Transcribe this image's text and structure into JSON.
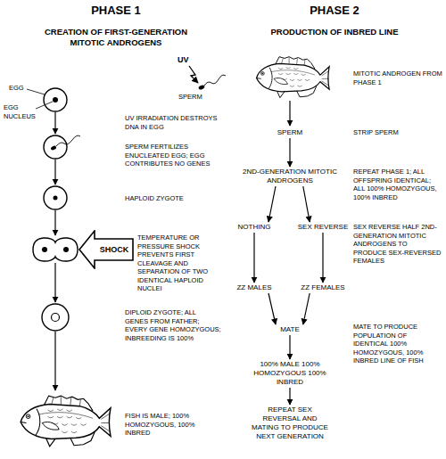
{
  "diagram": {
    "nodes": [
      {
        "text": [
          "SHOCK"
        ]
      },
      {
        "text": [
          "SPERM"
        ]
      },
      {
        "text": [
          "2ND-GENERATION MITOTIC ANDROGENS"
        ]
      },
      {
        "text": [
          "NOTHING"
        ]
      },
      {
        "text": [
          "SEX REVERSE"
        ]
      },
      {
        "text": [
          "ZZ MALES"
        ]
      },
      {
        "text": [
          "ZZ FEMALES"
        ]
      },
      {
        "text": [
          "MATE"
        ]
      },
      {
        "text": [
          "100% MALE 100% HOMOZYGOUS 100% INBRED"
        ]
      },
      {
        "text": [
          "REPEAT SEX REVERSAL AND MATING TO PRODUCE NEXT GENERATION"
        ]
      }
    ],
    "edges": [
      {
        "from": 1,
        "to": 2,
        "arrow": "to"
      },
      {
        "from": 2,
        "to": 3,
        "arrow": "to"
      },
      {
        "from": 2,
        "to": 4,
        "arrow": "to"
      },
      {
        "from": 3,
        "to": 5,
        "arrow": "to"
      },
      {
        "from": 4,
        "to": 6,
        "arrow": "to"
      },
      {
        "from": 5,
        "to": 7,
        "arrow": "to"
      },
      {
        "from": 6,
        "to": 7,
        "arrow": "to"
      },
      {
        "from": 7,
        "to": 8,
        "arrow": "to"
      },
      {
        "from": 8,
        "to": 9,
        "arrow": "to"
      }
    ],
    "labels": [
      "PHASE 1",
      "CREATION OF FIRST-GENERATION MITOTIC ANDROGENS",
      "PHASE 2",
      "PRODUCTION OF INBRED LINE",
      "UV",
      "EGG",
      "EGG NUCLEUS",
      "SPERM",
      "UV IRRADIATION DESTROYS DNA IN EGG",
      "SPERM FERTILIZES ENUCLEATED EGG; EGG CONTRIBUTES NO GENES",
      "HAPLOID ZYGOTE",
      "TEMPERATURE OR PRESSURE SHOCK PREVENTS FIRST CLEAVAGE AND SEPARATION OF TWO IDENTICAL HAPLOID NUCLEI",
      "DIPLOID ZYGOTE; ALL GENES FROM FATHER; EVERY GENE HOMOZYGOUS; INBREEDING IS 100%",
      "FISH IS MALE; 100% HOMOZYGOUS, 100% INBRED",
      "MITOTIC ANDROGEN FROM PHASE 1",
      "STRIP SPERM",
      "REPEAT PHASE 1; ALL OFFSPRING IDENTICAL; ALL 100% HOMOZYGOUS, 100% INBRED",
      "SEX REVERSE HALF 2ND-GENERATION MITOTIC ANDROGENS TO PRODUCE SEX-REVERSED FEMALES",
      "MATE TO PRODUCE POPULATION OF IDENTICAL 100% HOMOZYGOUS, 100% INBRED LINE OF FISH"
    ]
  }
}
